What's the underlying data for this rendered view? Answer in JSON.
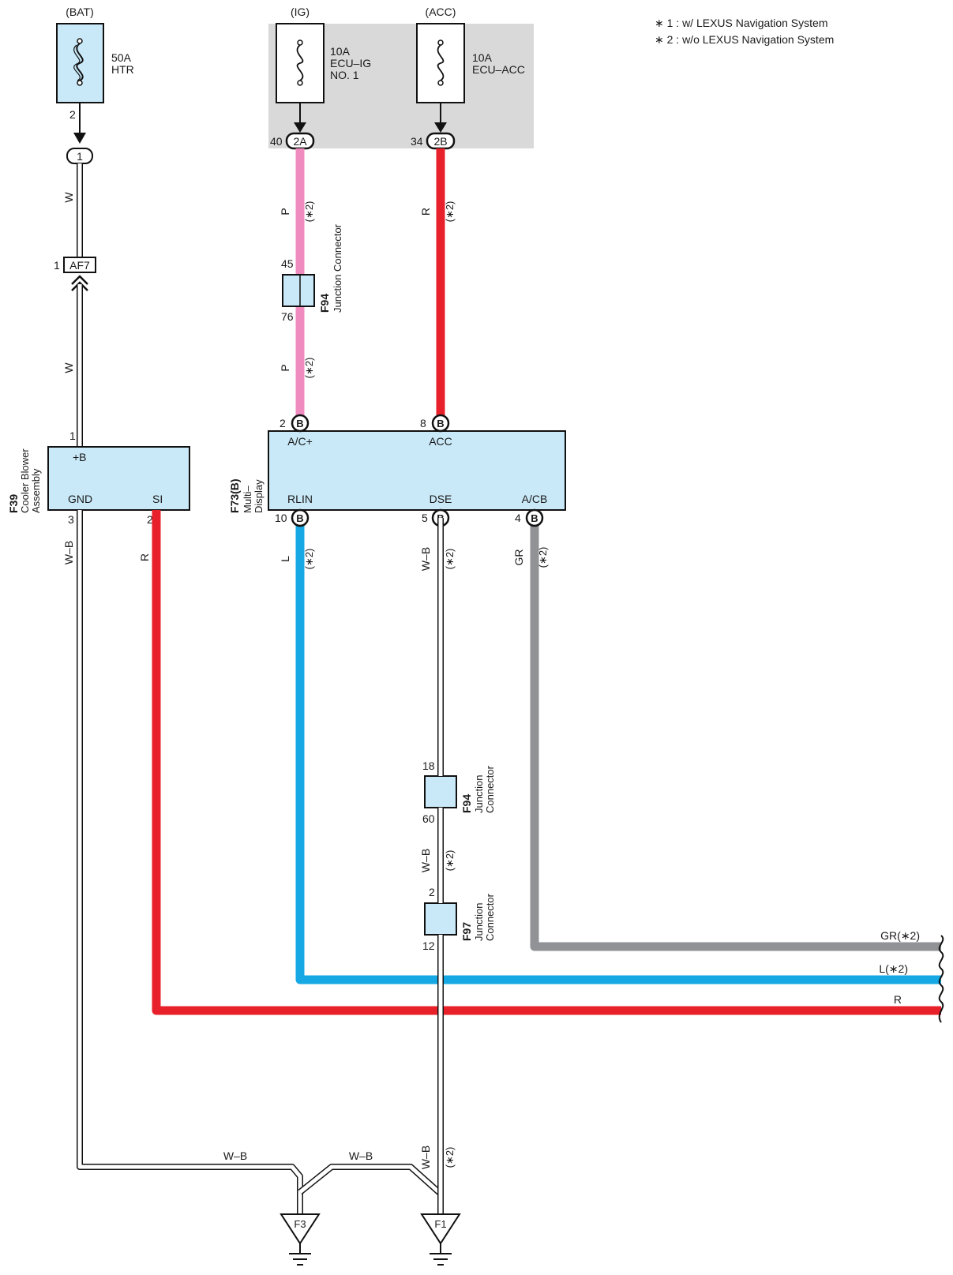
{
  "legend": {
    "note1": "∗ 1 : w/ LEXUS Navigation System",
    "note2": "∗ 2 : w/o LEXUS Navigation System"
  },
  "sources": {
    "bat": "(BAT)",
    "ig": "(IG)",
    "acc": "(ACC)"
  },
  "fuses": {
    "htr": {
      "amp": "50A",
      "name": "HTR",
      "pin": "2"
    },
    "ecu_ig": {
      "amp": "10A",
      "name1": "ECU–IG",
      "name2": "NO. 1",
      "pin": "40",
      "conn": "2A"
    },
    "ecu_acc": {
      "amp": "10A",
      "name": "ECU–ACC",
      "pin": "34",
      "conn": "2B"
    }
  },
  "connectors": {
    "c1": "1",
    "af7": {
      "name": "AF7",
      "pin": "1"
    },
    "f94_top": {
      "id": "F94",
      "name": "Junction Connector",
      "pin_in": "45",
      "pin_out": "76"
    },
    "f94_bottom": {
      "id": "F94",
      "name1": "Junction",
      "name2": "Connector",
      "pin_in": "18",
      "pin_out": "60"
    },
    "f97": {
      "id": "F97",
      "name1": "Junction",
      "name2": "Connector",
      "pin_in": "2",
      "pin_out": "12"
    },
    "b": "B"
  },
  "components": {
    "f39": {
      "id": "F39",
      "name1": "Cooler Blower",
      "name2": "Assembly",
      "pin_b": "+B",
      "pin_b_num": "1",
      "pin_gnd": "GND",
      "pin_gnd_num": "3",
      "pin_si": "SI",
      "pin_si_num": "2"
    },
    "f73": {
      "id": "F73(B)",
      "name1": "Multi–",
      "name2": "Display",
      "pin_ac": "A/C+",
      "pin_ac_num": "2",
      "pin_acc": "ACC",
      "pin_acc_num": "8",
      "pin_rlin": "RLIN",
      "pin_rlin_num": "10",
      "pin_dse": "DSE",
      "pin_dse_num": "5",
      "pin_acb": "A/CB",
      "pin_acb_num": "4"
    }
  },
  "wires": {
    "w": "W",
    "p": "P",
    "r": "R",
    "l": "L",
    "gr": "GR",
    "wb": "W–B",
    "n2": "(∗2)",
    "gr_end": "GR(∗2)",
    "l_end": "L(∗2)",
    "r_end": "R"
  },
  "grounds": {
    "f3": "F3",
    "f1": "F1"
  },
  "colors": {
    "pink": "#f08bbf",
    "red": "#e8202a",
    "blue": "#16a8e4",
    "gray": "#909296",
    "box_fill": "#c9e9f8",
    "shade": "#d9d9da"
  }
}
